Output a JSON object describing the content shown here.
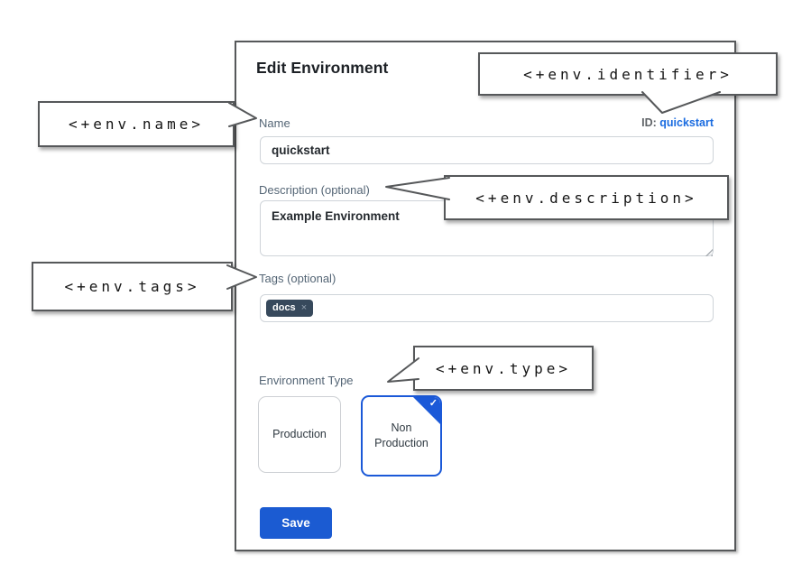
{
  "panel": {
    "title": "Edit Environment",
    "name": {
      "label": "Name",
      "value": "quickstart"
    },
    "identifier": {
      "label": "ID:",
      "value": "quickstart"
    },
    "description": {
      "label": "Description (optional)",
      "value": "Example Environment"
    },
    "tags": {
      "label": "Tags (optional)",
      "chips": [
        {
          "text": "docs",
          "remove": "×"
        }
      ]
    },
    "environment_type": {
      "label": "Environment Type",
      "options": [
        {
          "label": "Production",
          "selected": false
        },
        {
          "label": "Non Production",
          "selected": true
        }
      ],
      "selected_check": "✓"
    },
    "save_label": "Save"
  },
  "callouts": {
    "name": "<+env.name>",
    "identifier": "<+env.identifier>",
    "description": "<+env.description>",
    "tags": "<+env.tags>",
    "type": "<+env.type>"
  },
  "colors": {
    "accent_blue": "#1b59d8",
    "save_button_blue": "#1b5bd2",
    "id_link_blue": "#1b6ce0",
    "tag_chip_navy": "#37495c",
    "label_slate": "#546575",
    "border_gray": "#56585a"
  }
}
